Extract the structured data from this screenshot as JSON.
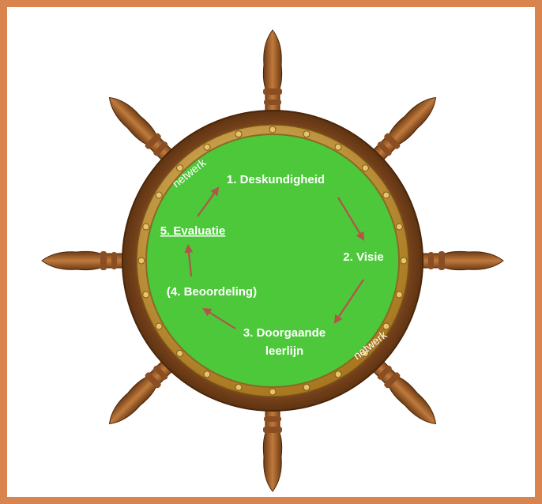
{
  "diagram": {
    "steps": [
      {
        "label": "1. Deskundigheid"
      },
      {
        "label": "2. Visie"
      },
      {
        "label": "3. Doorgaande",
        "label2": "leerlijn"
      },
      {
        "label": "(4. Beoordeling)"
      },
      {
        "label": "5. Evaluatie",
        "underlined": true
      }
    ],
    "network_label": "netwerk"
  },
  "colors": {
    "frame": "#d9834f",
    "face": "#4cc83a",
    "wood": "#9a5a28",
    "brass": "#c99a3a",
    "arrow": "#b5524a",
    "text": "#ffffff"
  }
}
